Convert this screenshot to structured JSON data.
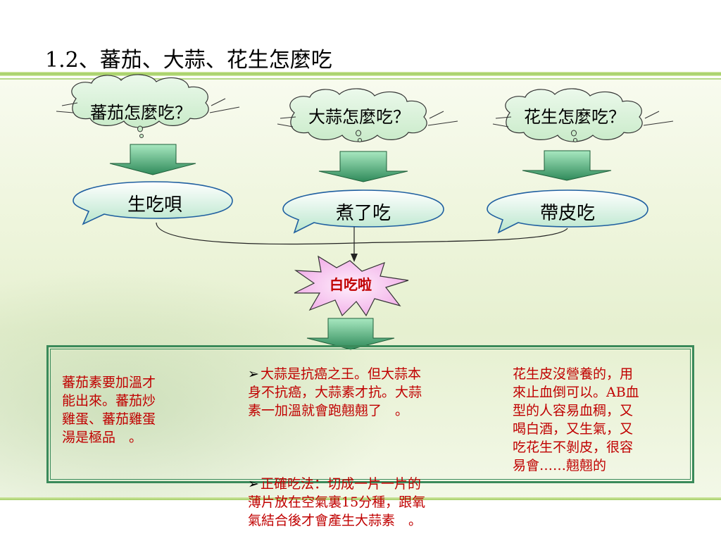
{
  "title": "1.2、蕃茄、大蒜、花生怎麼吃",
  "clouds": [
    {
      "label": "蕃茄怎麼吃？"
    },
    {
      "label": "大蒜怎麼吃？"
    },
    {
      "label": "花生怎麼吃？"
    }
  ],
  "callouts": [
    {
      "label": "生吃唄"
    },
    {
      "label": "煮了吃"
    },
    {
      "label": "帶皮吃"
    }
  ],
  "star": {
    "label": "白吃啦"
  },
  "columns": {
    "tomato": "蕃茄素要加溫才\n能出來。蕃茄炒\n雞蛋、蕃茄雞蛋\n湯是極品　。",
    "garlic_1": "大蒜是抗癌之王。但大蒜本\n身不抗癌，大蒜素才抗。大蒜\n素一加溫就會跑翹翹了　。",
    "garlic_2": "正確吃法：切成一片一片的\n薄片放在空氣裏15分種，跟氧\n氣結合後才會產生大蒜素　。",
    "peanut": "花生皮沒營養的，用\n來止血倒可以。AB血\n型的人容易血稠，又\n喝白酒，又生氣，又\n吃花生不剝皮，很容\n易會……翹翹的"
  },
  "bullet_glyph": "➢",
  "colors": {
    "accent_green": "#3a8a5a",
    "cloud_fill": "#d8f0d8",
    "callout_fill": "#c8ecd8",
    "star_fill": "#f8c8f0",
    "body_text": "#c00000"
  }
}
